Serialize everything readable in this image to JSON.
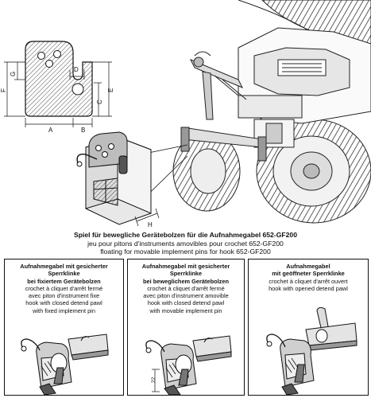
{
  "dimension_labels": {
    "a": "A",
    "b": "B",
    "c": "C",
    "d": "D",
    "e": "E",
    "f": "F",
    "g": "G",
    "h": "H",
    "panel2_dimension": "22"
  },
  "caption": {
    "line_de": "Spiel für bewegliche Gerätebolzen für die Aufnahmegabel 652-GF200",
    "line_fr": "jeu pour pitons d'instruments amovibles pour crochet 652-GF200",
    "line_en": "floating for movable implement pins for hook 652-GF200"
  },
  "panels": [
    {
      "title_line1": "Aufnahmegabel mit gesicherter",
      "title_line2": "Sperrklinke",
      "title_line3": "bei fixiertem Gerätebolzen",
      "fr_line1": "crochet à cliquet d'arrêt fermé",
      "fr_line2": "avec piton d'instrument fixe",
      "en_line1": "hook with closed detend pawl",
      "en_line2": "with fixed implement pin"
    },
    {
      "title_line1": "Aufnahmegabel mit gesicherter",
      "title_line2": "Sperrklinke",
      "title_line3": "bei beweglichem Gerätebolzen",
      "fr_line1": "crochet à cliquet d'arrêt fermé",
      "fr_line2": "avec piton d'instrument amovible",
      "en_line1": "hook with closed detend pawl",
      "en_line2": "with movable implement pin"
    },
    {
      "title_line1": "Aufnahmegabel",
      "title_line2": "mit geöffneter Sperrklinke",
      "fr_line1": "crochet à cliquet d'arrêt ouvert",
      "en_line1": "hook with opened detend pawl"
    }
  ]
}
